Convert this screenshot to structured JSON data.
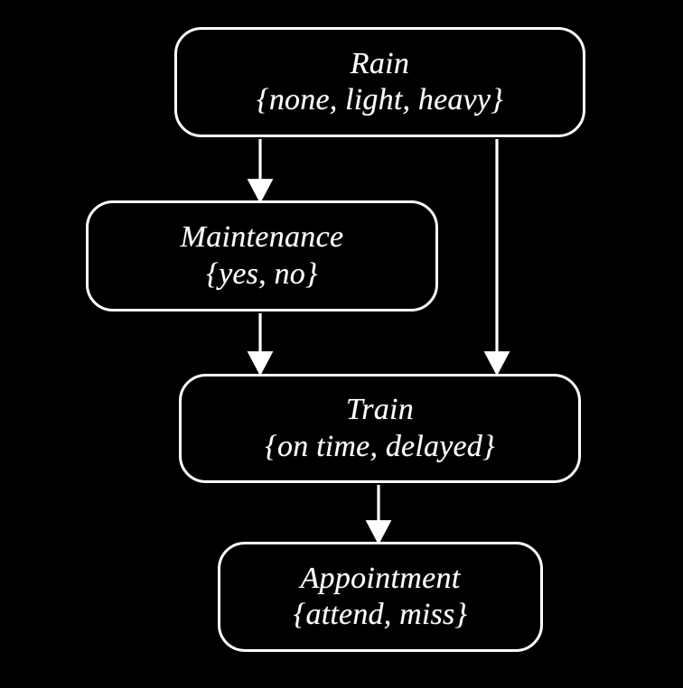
{
  "diagram": {
    "type": "bayesian-network",
    "background_color": "#000000",
    "node_border_color": "#ffffff",
    "text_color": "#ffffff",
    "edge_color": "#ffffff",
    "nodes": [
      {
        "id": "rain",
        "title": "Rain",
        "values": "{none, light, heavy}",
        "options": [
          "none",
          "light",
          "heavy"
        ]
      },
      {
        "id": "maintenance",
        "title": "Maintenance",
        "values": "{yes, no}",
        "options": [
          "yes",
          "no"
        ]
      },
      {
        "id": "train",
        "title": "Train",
        "values": "{on time, delayed}",
        "options": [
          "on time",
          "delayed"
        ]
      },
      {
        "id": "appointment",
        "title": "Appointment",
        "values": "{attend, miss}",
        "options": [
          "attend",
          "miss"
        ]
      }
    ],
    "edges": [
      {
        "id": "rain-to-maintenance",
        "from": "Rain",
        "to": "Maintenance"
      },
      {
        "id": "rain-to-train",
        "from": "Rain",
        "to": "Train"
      },
      {
        "id": "maintenance-to-train",
        "from": "Maintenance",
        "to": "Train"
      },
      {
        "id": "train-to-appointment",
        "from": "Train",
        "to": "Appointment"
      }
    ]
  }
}
